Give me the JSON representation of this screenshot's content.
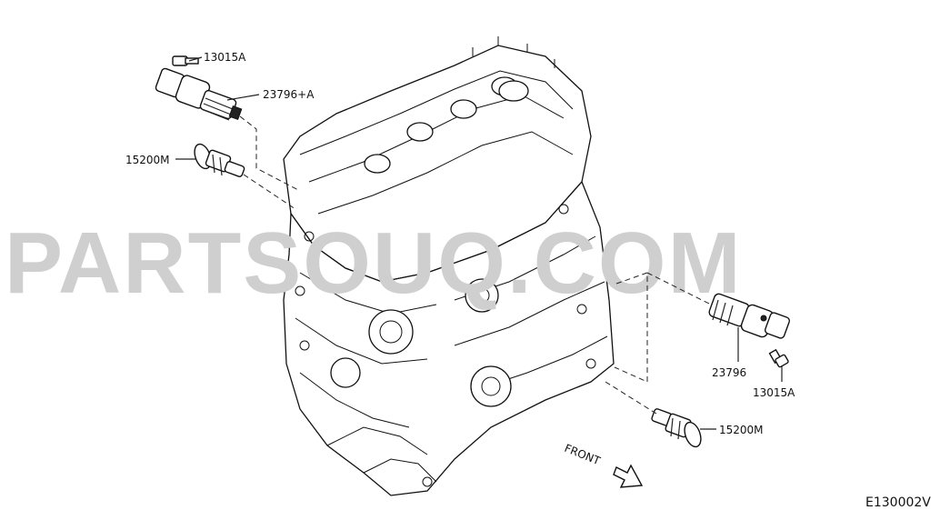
{
  "watermark": "PARTSOUQ.COM",
  "diagram_code": "E130002V",
  "direction_label": "FRONT",
  "callouts": {
    "bolt_top": "13015A",
    "solenoid_top": "23796+A",
    "filter_top": "15200M",
    "solenoid_right": "23796",
    "bolt_right": "13015A",
    "filter_bottom": "15200M"
  }
}
